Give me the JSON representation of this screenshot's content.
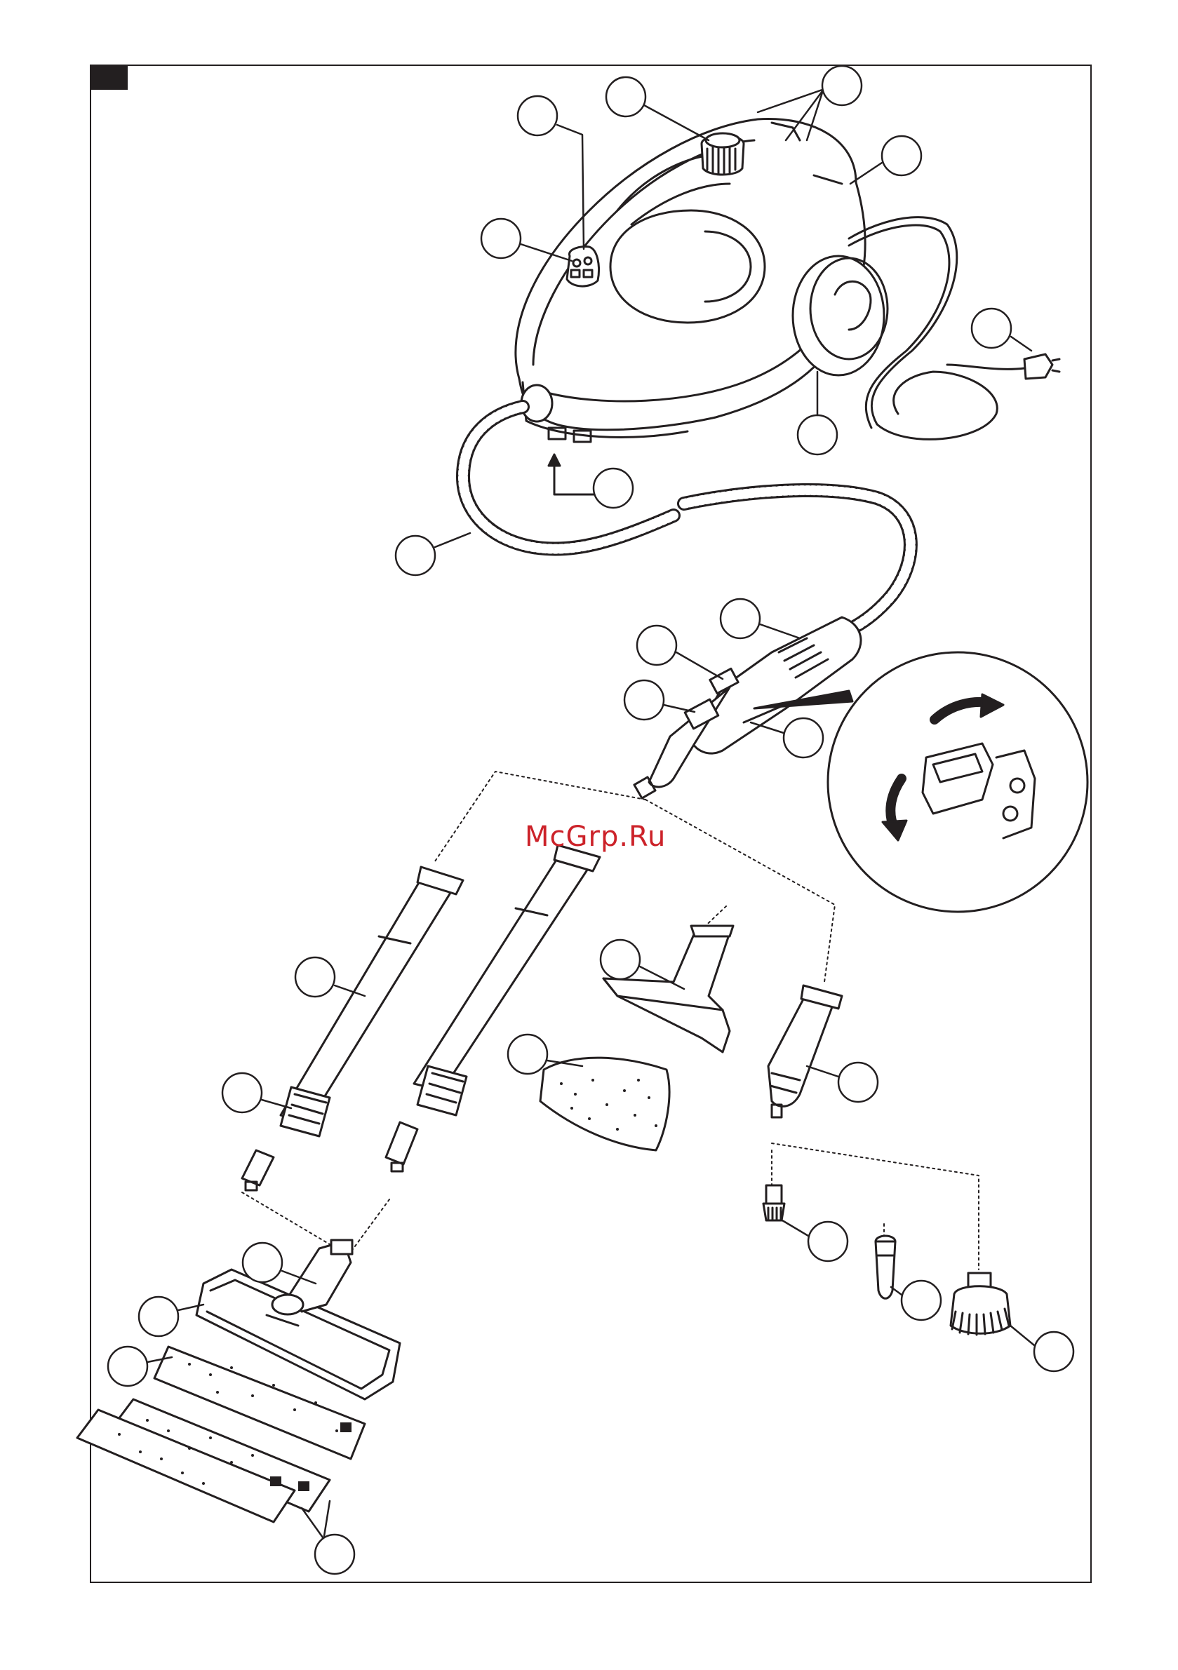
{
  "watermark": {
    "text": "McGrp.Ru",
    "color": "#cc2229"
  },
  "colors": {
    "line": "#231f20",
    "fill": "#ffffff",
    "hatch": "#231f20"
  },
  "diagram": {
    "callouts_blank": true,
    "parts": [
      "steam-cleaner-body",
      "filler-cap",
      "control-lamps",
      "cord-hook",
      "power-cord",
      "wheel",
      "hose-socket",
      "steam-hose",
      "steam-gun",
      "child-lock-switch",
      "steam-lever",
      "extension-tube",
      "extension-tube-latch",
      "floor-nozzle",
      "floor-cloth",
      "hand-nozzle",
      "hand-nozzle-cover",
      "detail-nozzle",
      "round-brush-small",
      "power-nozzle",
      "round-brush-large",
      "switch-detail-inset"
    ]
  }
}
